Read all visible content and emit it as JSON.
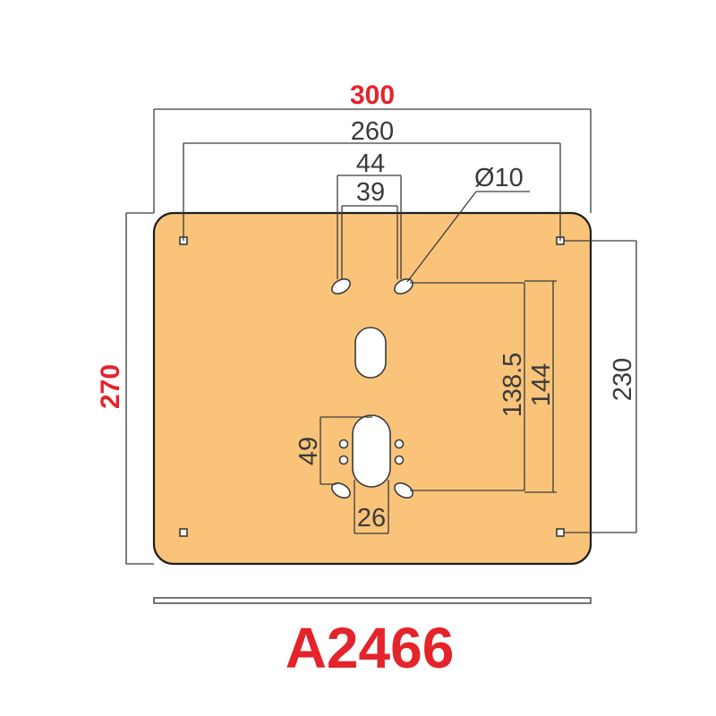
{
  "drawing": {
    "plate_color": "#f9c47a",
    "outline_color": "#3a3a3a",
    "accent_color": "#e4232b",
    "dimensions": {
      "width_overall": "300",
      "width_holes": "260",
      "slot_outer": "44",
      "slot_inner": "39",
      "hole_diameter": "Ø10",
      "height_overall": "270",
      "height_holes": "230",
      "slot_distance_a": "138.5",
      "slot_distance_b": "144",
      "hole_pair_spacing": "49",
      "oval_width": "26"
    },
    "part_number": "A2466"
  }
}
